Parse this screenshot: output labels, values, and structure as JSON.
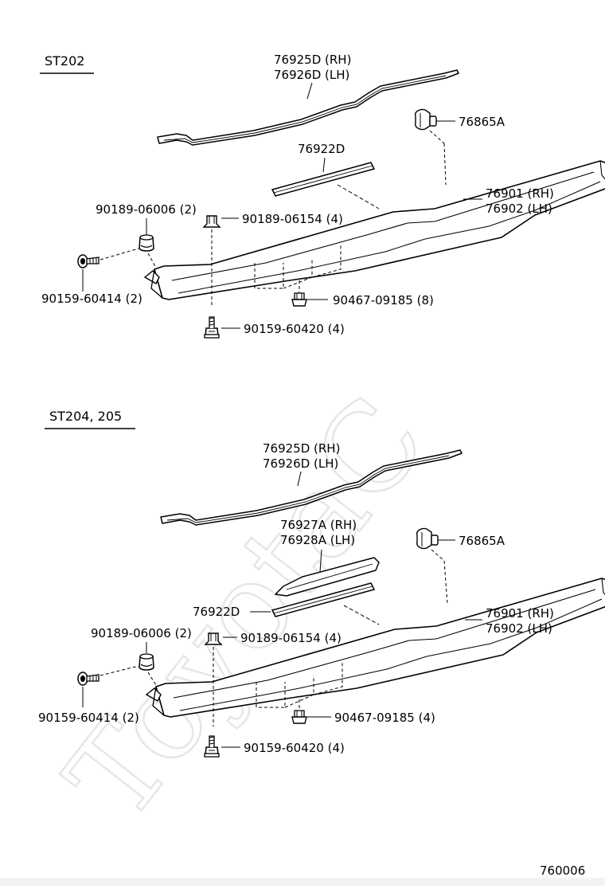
{
  "watermark": {
    "text": "ToyotaC"
  },
  "figure_code": "760006",
  "sections": [
    {
      "model": "ST202",
      "labels": {
        "weatherstrip_rh": "76925D (RH)",
        "weatherstrip_lh": "76926D (LH)",
        "clip_a": "76865A",
        "moulding": "76922D",
        "sill_rh": "76901 (RH)",
        "sill_lh": "76902 (LH)",
        "grommet": "90189-06006 (2)",
        "nut": "90189-06154 (4)",
        "screw_left": "90159-60414 (2)",
        "clip_b": "90467-09185 (8)",
        "screw_bottom": "90159-60420 (4)"
      }
    },
    {
      "model": "ST204, 205",
      "labels": {
        "weatherstrip_rh": "76925D (RH)",
        "weatherstrip_lh": "76926D (LH)",
        "extension_rh": "76927A (RH)",
        "extension_lh": "76928A (LH)",
        "clip_a": "76865A",
        "moulding": "76922D",
        "sill_rh": "76901 (RH)",
        "sill_lh": "76902 (LH)",
        "grommet": "90189-06006 (2)",
        "nut": "90189-06154 (4)",
        "screw_left": "90159-60414 (2)",
        "clip_b": "90467-09185 (4)",
        "screw_bottom": "90159-60420 (4)"
      }
    }
  ]
}
